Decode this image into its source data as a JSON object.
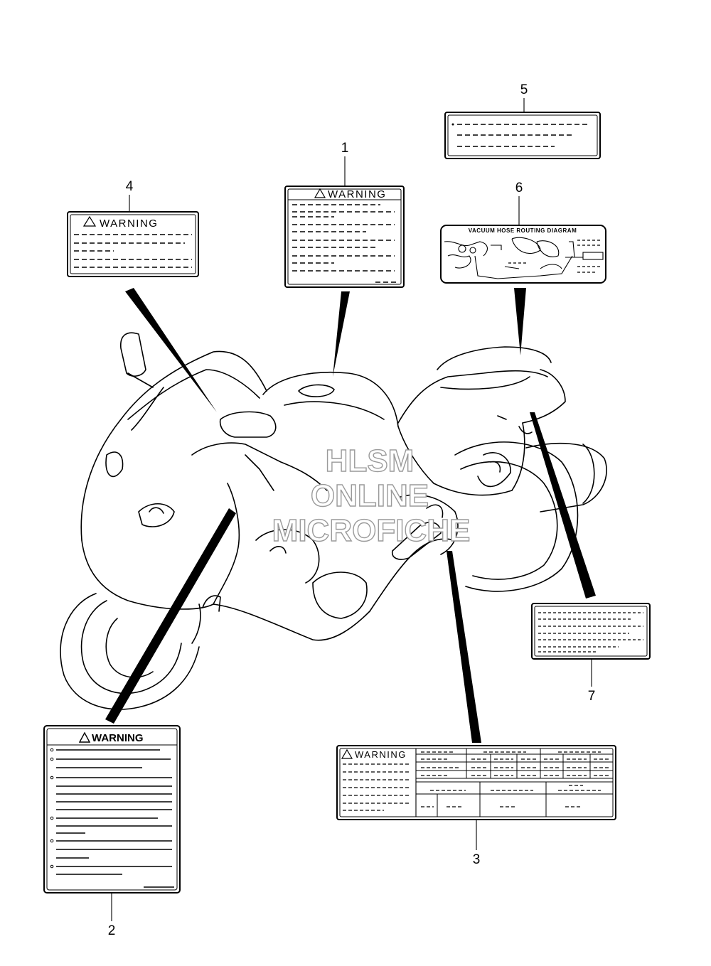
{
  "callouts": {
    "c1": "1",
    "c2": "2",
    "c3": "3",
    "c4": "4",
    "c5": "5",
    "c6": "6",
    "c7": "7"
  },
  "labels": {
    "warning_1": "WARNING",
    "warning_2": "WARNING",
    "warning_3": "WARNING",
    "warning_4": "WARNING",
    "vacuum_title": "VACUUM HOSE ROUTING DIAGRAM"
  },
  "watermark": {
    "line1": "HLSM",
    "line2": "ONLINE",
    "line3": "MICROFICHE"
  }
}
